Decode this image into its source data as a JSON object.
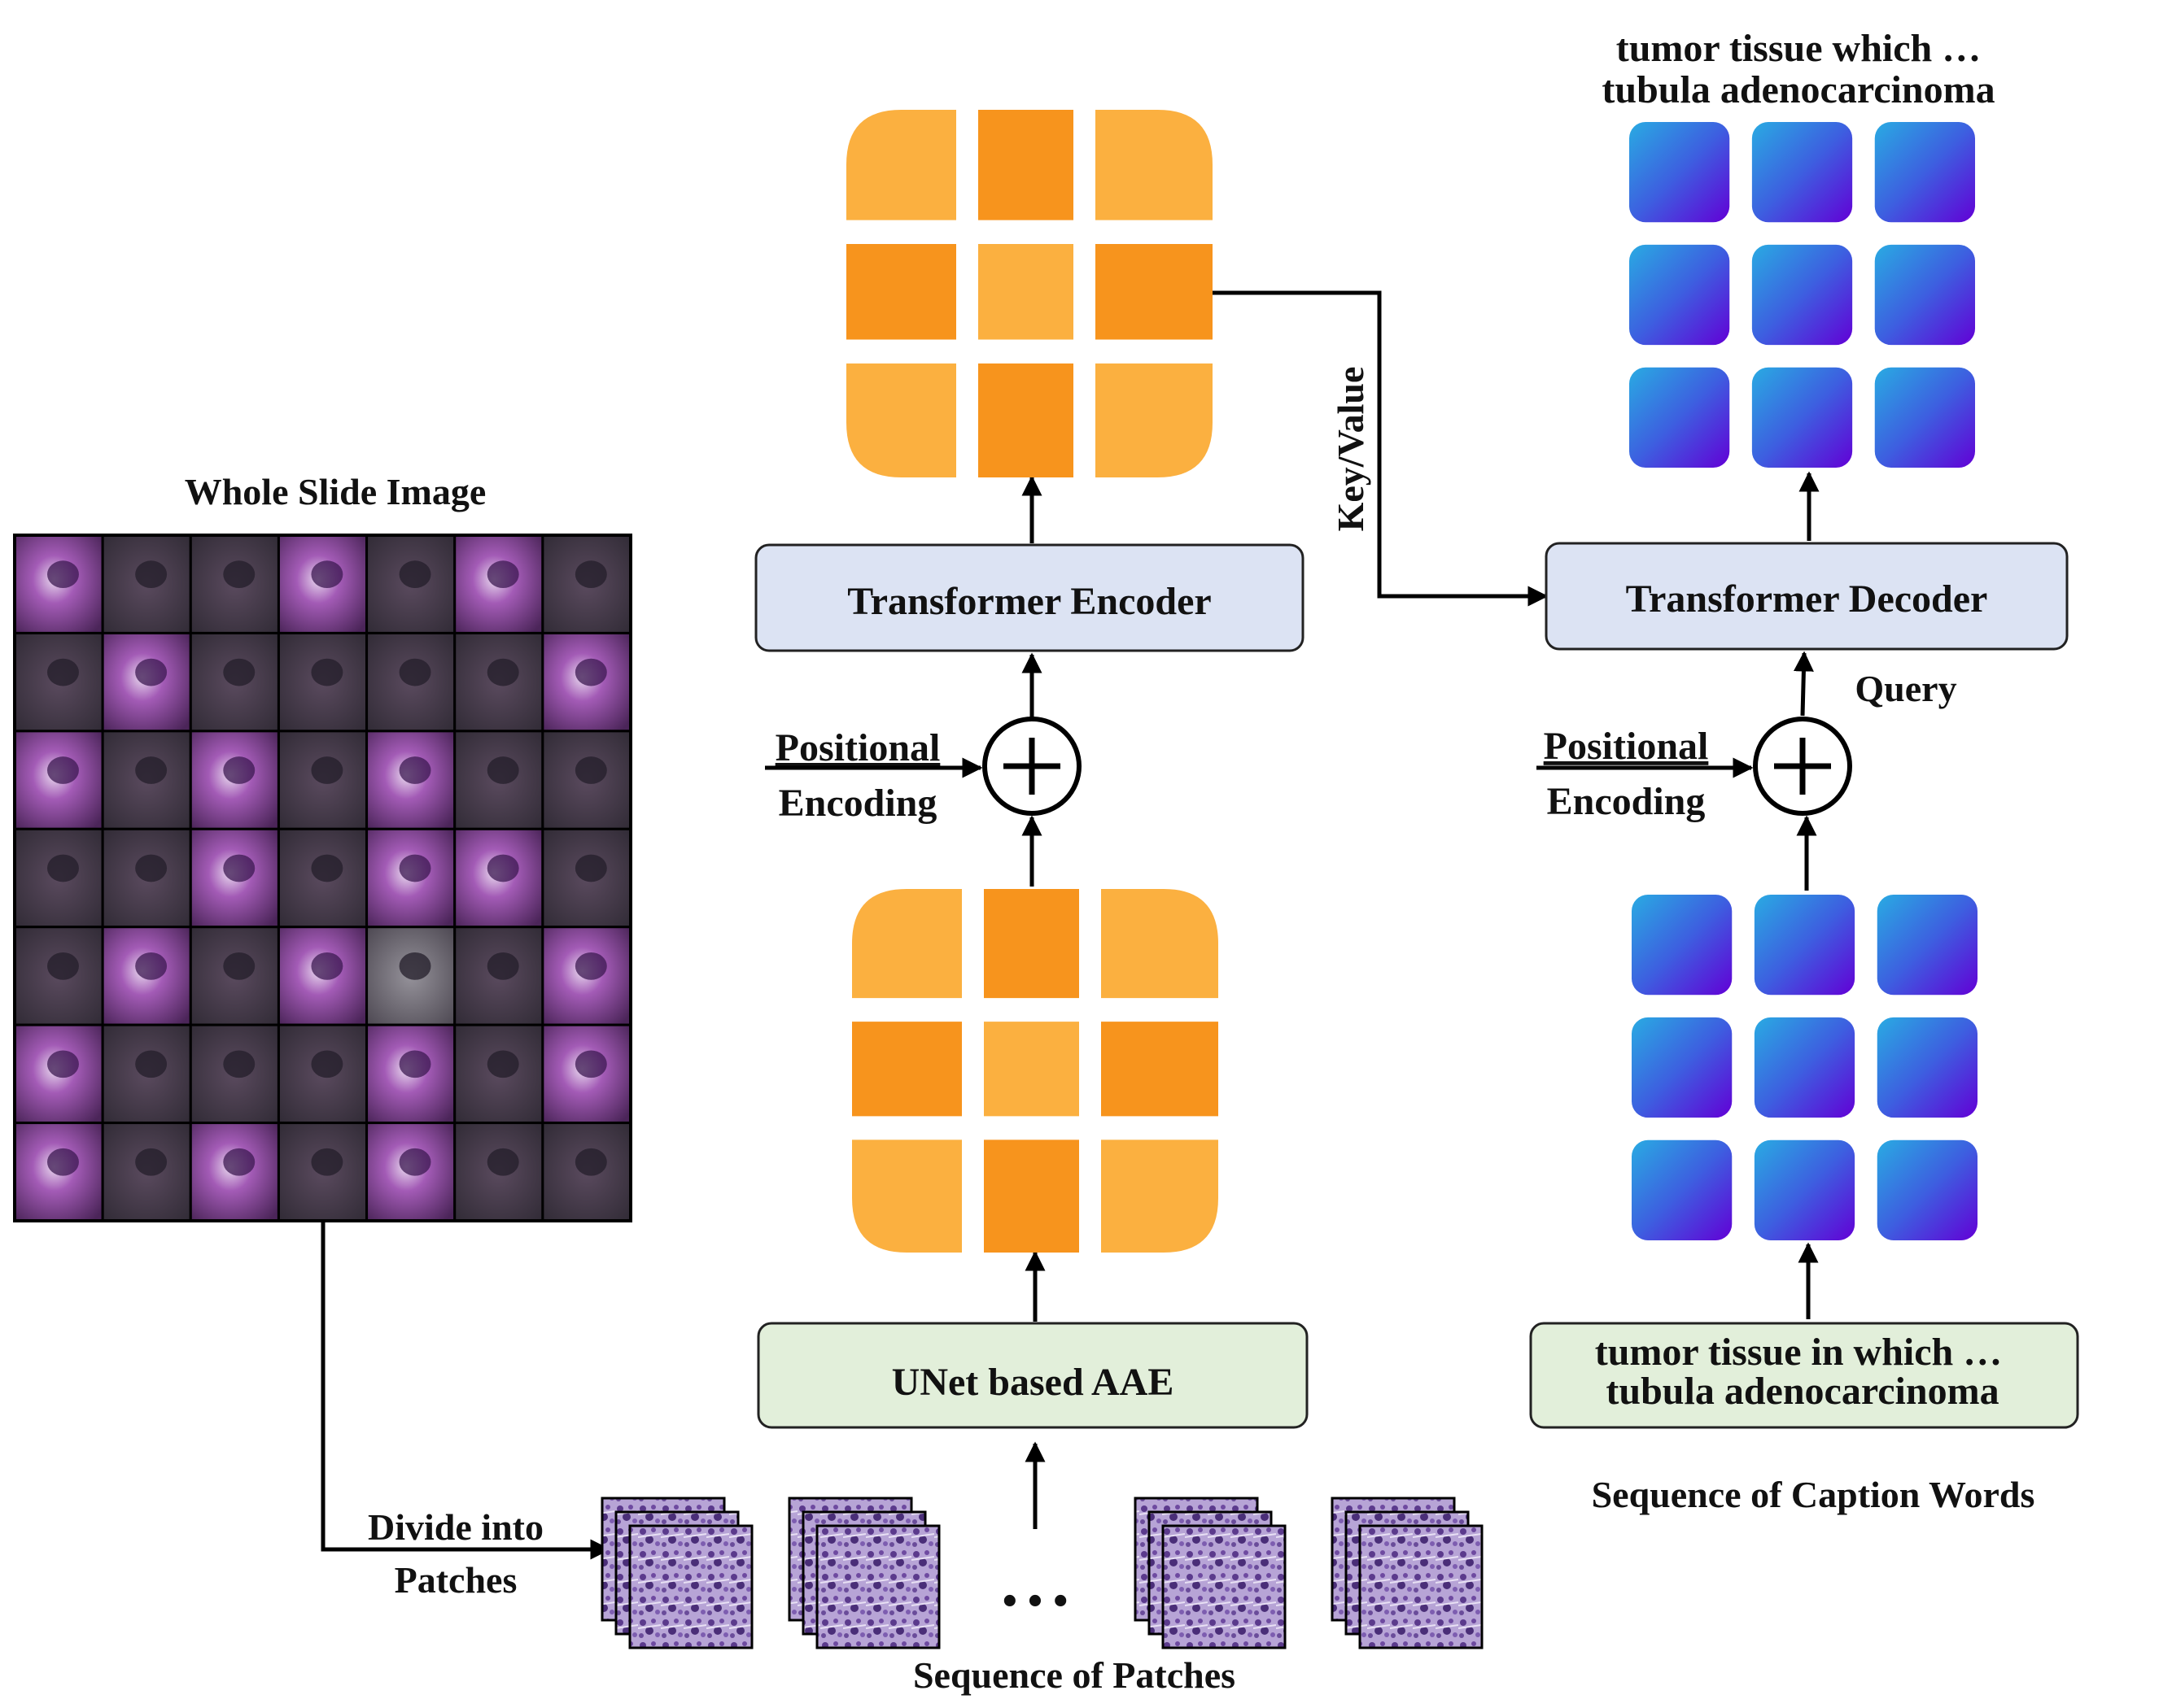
{
  "wsi": {
    "title": "Whole Slide Image",
    "grid_rows": 7,
    "grid_cols": 7,
    "tile_tones": [
      [
        "bright",
        "dark",
        "dark",
        "bright",
        "dark",
        "bright",
        "dark"
      ],
      [
        "dark",
        "bright",
        "dark",
        "dark",
        "dark",
        "dark",
        "bright"
      ],
      [
        "bright",
        "dark",
        "bright",
        "dark",
        "bright",
        "dark",
        "dark"
      ],
      [
        "dark",
        "dark",
        "bright",
        "dark",
        "bright",
        "bright",
        "dark"
      ],
      [
        "dark",
        "bright",
        "dark",
        "bright",
        "gray",
        "dark",
        "bright"
      ],
      [
        "bright",
        "dark",
        "dark",
        "dark",
        "bright",
        "dark",
        "bright"
      ],
      [
        "bright",
        "dark",
        "bright",
        "dark",
        "bright",
        "dark",
        "dark"
      ]
    ]
  },
  "labels": {
    "divide_into": "Divide into",
    "patches": "Patches",
    "sequence_of_patches": "Sequence of Patches",
    "ellipsis": "• • •",
    "unet_aae": "UNet based AAE",
    "positional": "Positional",
    "encoding": "Encoding",
    "transformer_encoder": "Transformer Encoder",
    "key_value": "Key/Value",
    "transformer_decoder": "Transformer Decoder",
    "query": "Query",
    "caption_input_line1": "tumor tissue in which …",
    "caption_input_line2": "tubula adenocarcinoma",
    "sequence_of_caption_words": "Sequence of Caption Words",
    "output_line1": "tumor tissue which …",
    "output_line2": "tubula adenocarcinoma"
  },
  "colors": {
    "orange_light": "#FBB040",
    "orange_dark": "#F7941D",
    "blue_start": "#29ABE2",
    "blue_mid": "#3D5FE0",
    "violet_end": "#6200D6",
    "encoder_box": "#DCE3F3",
    "aae_box": "#E2EFDA",
    "tissue_bright": "#8E4A9E",
    "tissue_dark": "#3A3343",
    "tissue_gray": "#77747B"
  },
  "icons": {
    "adder": "circled-plus-icon",
    "patch_stack": "stacked-patches-icon"
  }
}
